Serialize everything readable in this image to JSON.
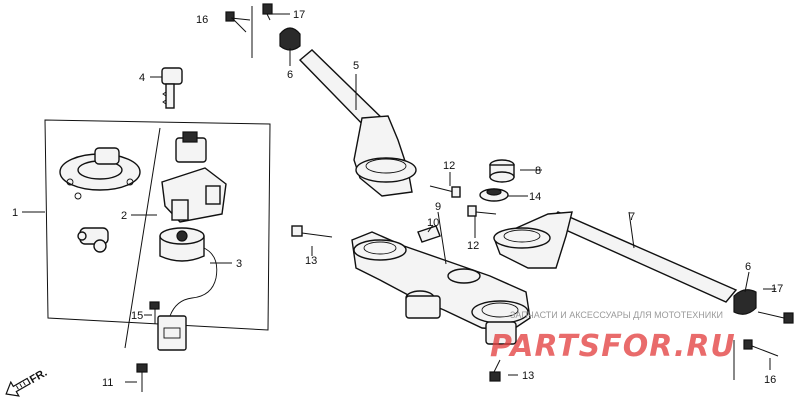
{
  "labels": {
    "l1": "1",
    "l2": "2",
    "l3": "3",
    "l4": "4",
    "l5": "5",
    "l6a": "6",
    "l6b": "6",
    "l7": "7",
    "l8": "8",
    "l9": "9",
    "l10": "10",
    "l11": "11",
    "l12a": "12",
    "l12b": "12",
    "l13a": "13",
    "l13b": "13",
    "l14": "14",
    "l15": "15",
    "l16a": "16",
    "l16b": "16",
    "l17a": "17",
    "l17b": "17"
  },
  "direction_label": "FR.",
  "watermark": {
    "text": "ЗАПЧАСТИ И АКСЕССУАРЫ ДЛЯ МОТОТЕХНИКИ",
    "logo": "PARTSFOR.RU"
  }
}
